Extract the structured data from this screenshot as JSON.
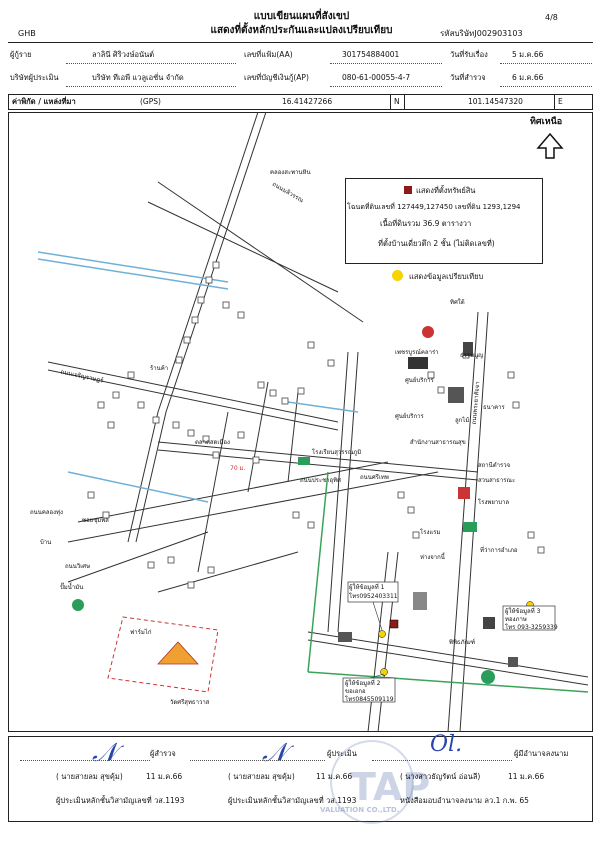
{
  "header": {
    "logo": "GHB",
    "title1": "แบบเขียนแผนที่สังเขป",
    "title2": "แสดงที่ตั้งหลักประกันและแปลงเปรียบเทียบ",
    "page_no": "4/8",
    "company_code_label": "รหัสบริษัทJ002903103"
  },
  "info": {
    "borrower_label": "ผู้กู้ราย",
    "borrower_value": "ลาลินี ศิริวงษ์อนันต์",
    "file_label": "เลขที่แฟ้ม(AA)",
    "file_value": "301754884001",
    "received_label": "วันที่รับเรื่อง",
    "received_value": "5 ม.ค.66",
    "company_label": "บริษัทผู้ประเมิน",
    "company_value": "บริษัท ทีเอพี แวลูเอชั่น จำกัด",
    "account_label": "เลขที่บัญชีเงินกู้(AP)",
    "account_value": "080-61-00055-4-7",
    "survey_label": "วันที่สำรวจ",
    "survey_value": "6 ม.ค.66",
    "coord_label": "ค่าพิกัด / แหล่งที่มา",
    "coord_source": "(GPS)",
    "lat": "16.41427266",
    "lat_dir": "N",
    "lng": "101.14547320",
    "lng_dir": "E"
  },
  "map": {
    "north_label": "ทิศเหนือ",
    "legend_subject": "แสดงที่ตั้งทรัพย์สิน",
    "legend_deed": "โฉนดที่ดินเลขที่ 127449,127450 เลขที่ดิน 1293,1294",
    "legend_area": "เนื้อที่ดินรวม 36.9 ตารางวา",
    "legend_building": "ที่ตั้งบ้านเดี่ยวตึก 2 ชั้น (ไม่ติดเลขที่)",
    "legend_compare": "แสดงข้อมูลเปรียบเทียบ",
    "labels": {
      "pin1": "ผู้ให้ข้อมูลที่ 1",
      "pin1_tel": "โทร0952403311",
      "pin2": "ผู้ให้ข้อมูลที่ 2",
      "pin2_sub": "ขอเอกอ",
      "pin2_tel": "โทร0845509119",
      "pin3": "ผู้ให้ข้อมูลที่ 3",
      "pin3_sub": "ทองภาษ",
      "pin3_tel": "โทร 093-3259339",
      "school": "โรงเรียนสุวรรณภูมิ",
      "market": "ตลาดสดเมือง",
      "sawad": "ศูนย์บริการ",
      "police": "สถานีตำรวจ",
      "temple": "วัดศรีสุทธาวาส",
      "hospital": "โรงพยาบาล",
      "museum": "พิพิธภัณฑ์",
      "bank": "ธนาคาร",
      "hotel": "โรงแรม",
      "park": "สวนสาธารณะ",
      "district": "ที่ว่าการอำเภอ",
      "store": "ร้านค้า",
      "house": "บ้าน",
      "road1": "ถนนเจริญราษฎร์",
      "road2": "ถนนพระยาสัจจา",
      "road3": "ถนนมลิวรรณ",
      "road4": "ถนนศรีเทพ",
      "road5": "ถนนประชาอุทิศ",
      "road6": "ถนนวิเศษ",
      "road7": "ซอยชุมพล",
      "road8": "ถนนคลองทุ่ง",
      "canal": "คลองสะพานหิน",
      "office": "สำนักงานสาธารณสุข",
      "gas": "ปั๊มน้ำมัน",
      "km": "70 ม.",
      "lumsak": "เพชรบูรณ์คลาร่า",
      "tuk": "ลูกไม้",
      "sk": "ธรรมนูญ",
      "univ": "ทิศใต้",
      "dist": "ห่างจากนี้",
      "petrol": "ศูนย์บริการ",
      "farm": "ฟาร์มไก่"
    }
  },
  "footer": {
    "surveyor_label": "ผู้สำรวจ",
    "surveyor_name": "( นายสายลม สุขคุ้ม)",
    "surveyor_date": "11 ม.ค.66",
    "appraiser_label": "ผู้ประเมิน",
    "appraiser_name": "( นายสายลม สุขคุ้ม)",
    "appraiser_date": "11 ม.ค.66",
    "approver_label": "ผู้มีอำนาจลงนาม",
    "approver_name": "( นางสาวธัญรัตน์ อ่อนลี)",
    "approver_date": "11 ม.ค.66",
    "license1": "ผู้ประเมินหลักชั้นวิสามัญเลขที่ วส.1193",
    "license2": "ผู้ประเมินหลักชั้นวิสามัญเลขที่ วส.1193",
    "license3": "หนังสือมอบอำนาจลงนาม ลว.1 ก.พ. 65",
    "stamp_text": "TAP",
    "stamp_sub": "VALUATION CO.,LTD."
  }
}
